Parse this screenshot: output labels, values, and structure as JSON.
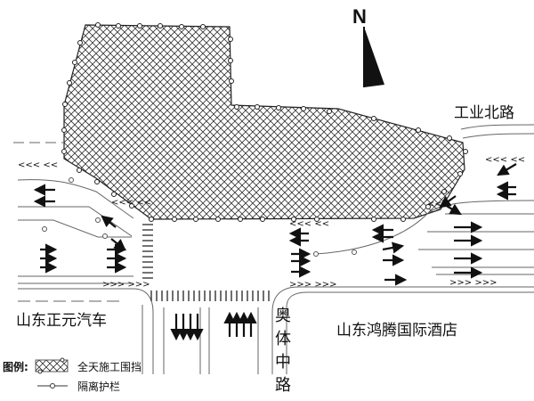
{
  "map": {
    "north_label": "N",
    "roads": {
      "gongye_north": "工业北路",
      "aoti_middle": [
        "奥",
        "体",
        "中",
        "路"
      ]
    },
    "places": {
      "west": "山东正元汽车",
      "east": "山东鸿腾国际酒店"
    },
    "legend": {
      "title": "图例:",
      "items": [
        {
          "symbol": "crosshatch",
          "label": "全天施工围挡"
        },
        {
          "symbol": "line-with-circle",
          "label": "隔离护栏"
        }
      ]
    },
    "colors": {
      "ink": "#111111",
      "hatch": "#333333",
      "road_line": "#666666",
      "background": "#ffffff"
    }
  }
}
